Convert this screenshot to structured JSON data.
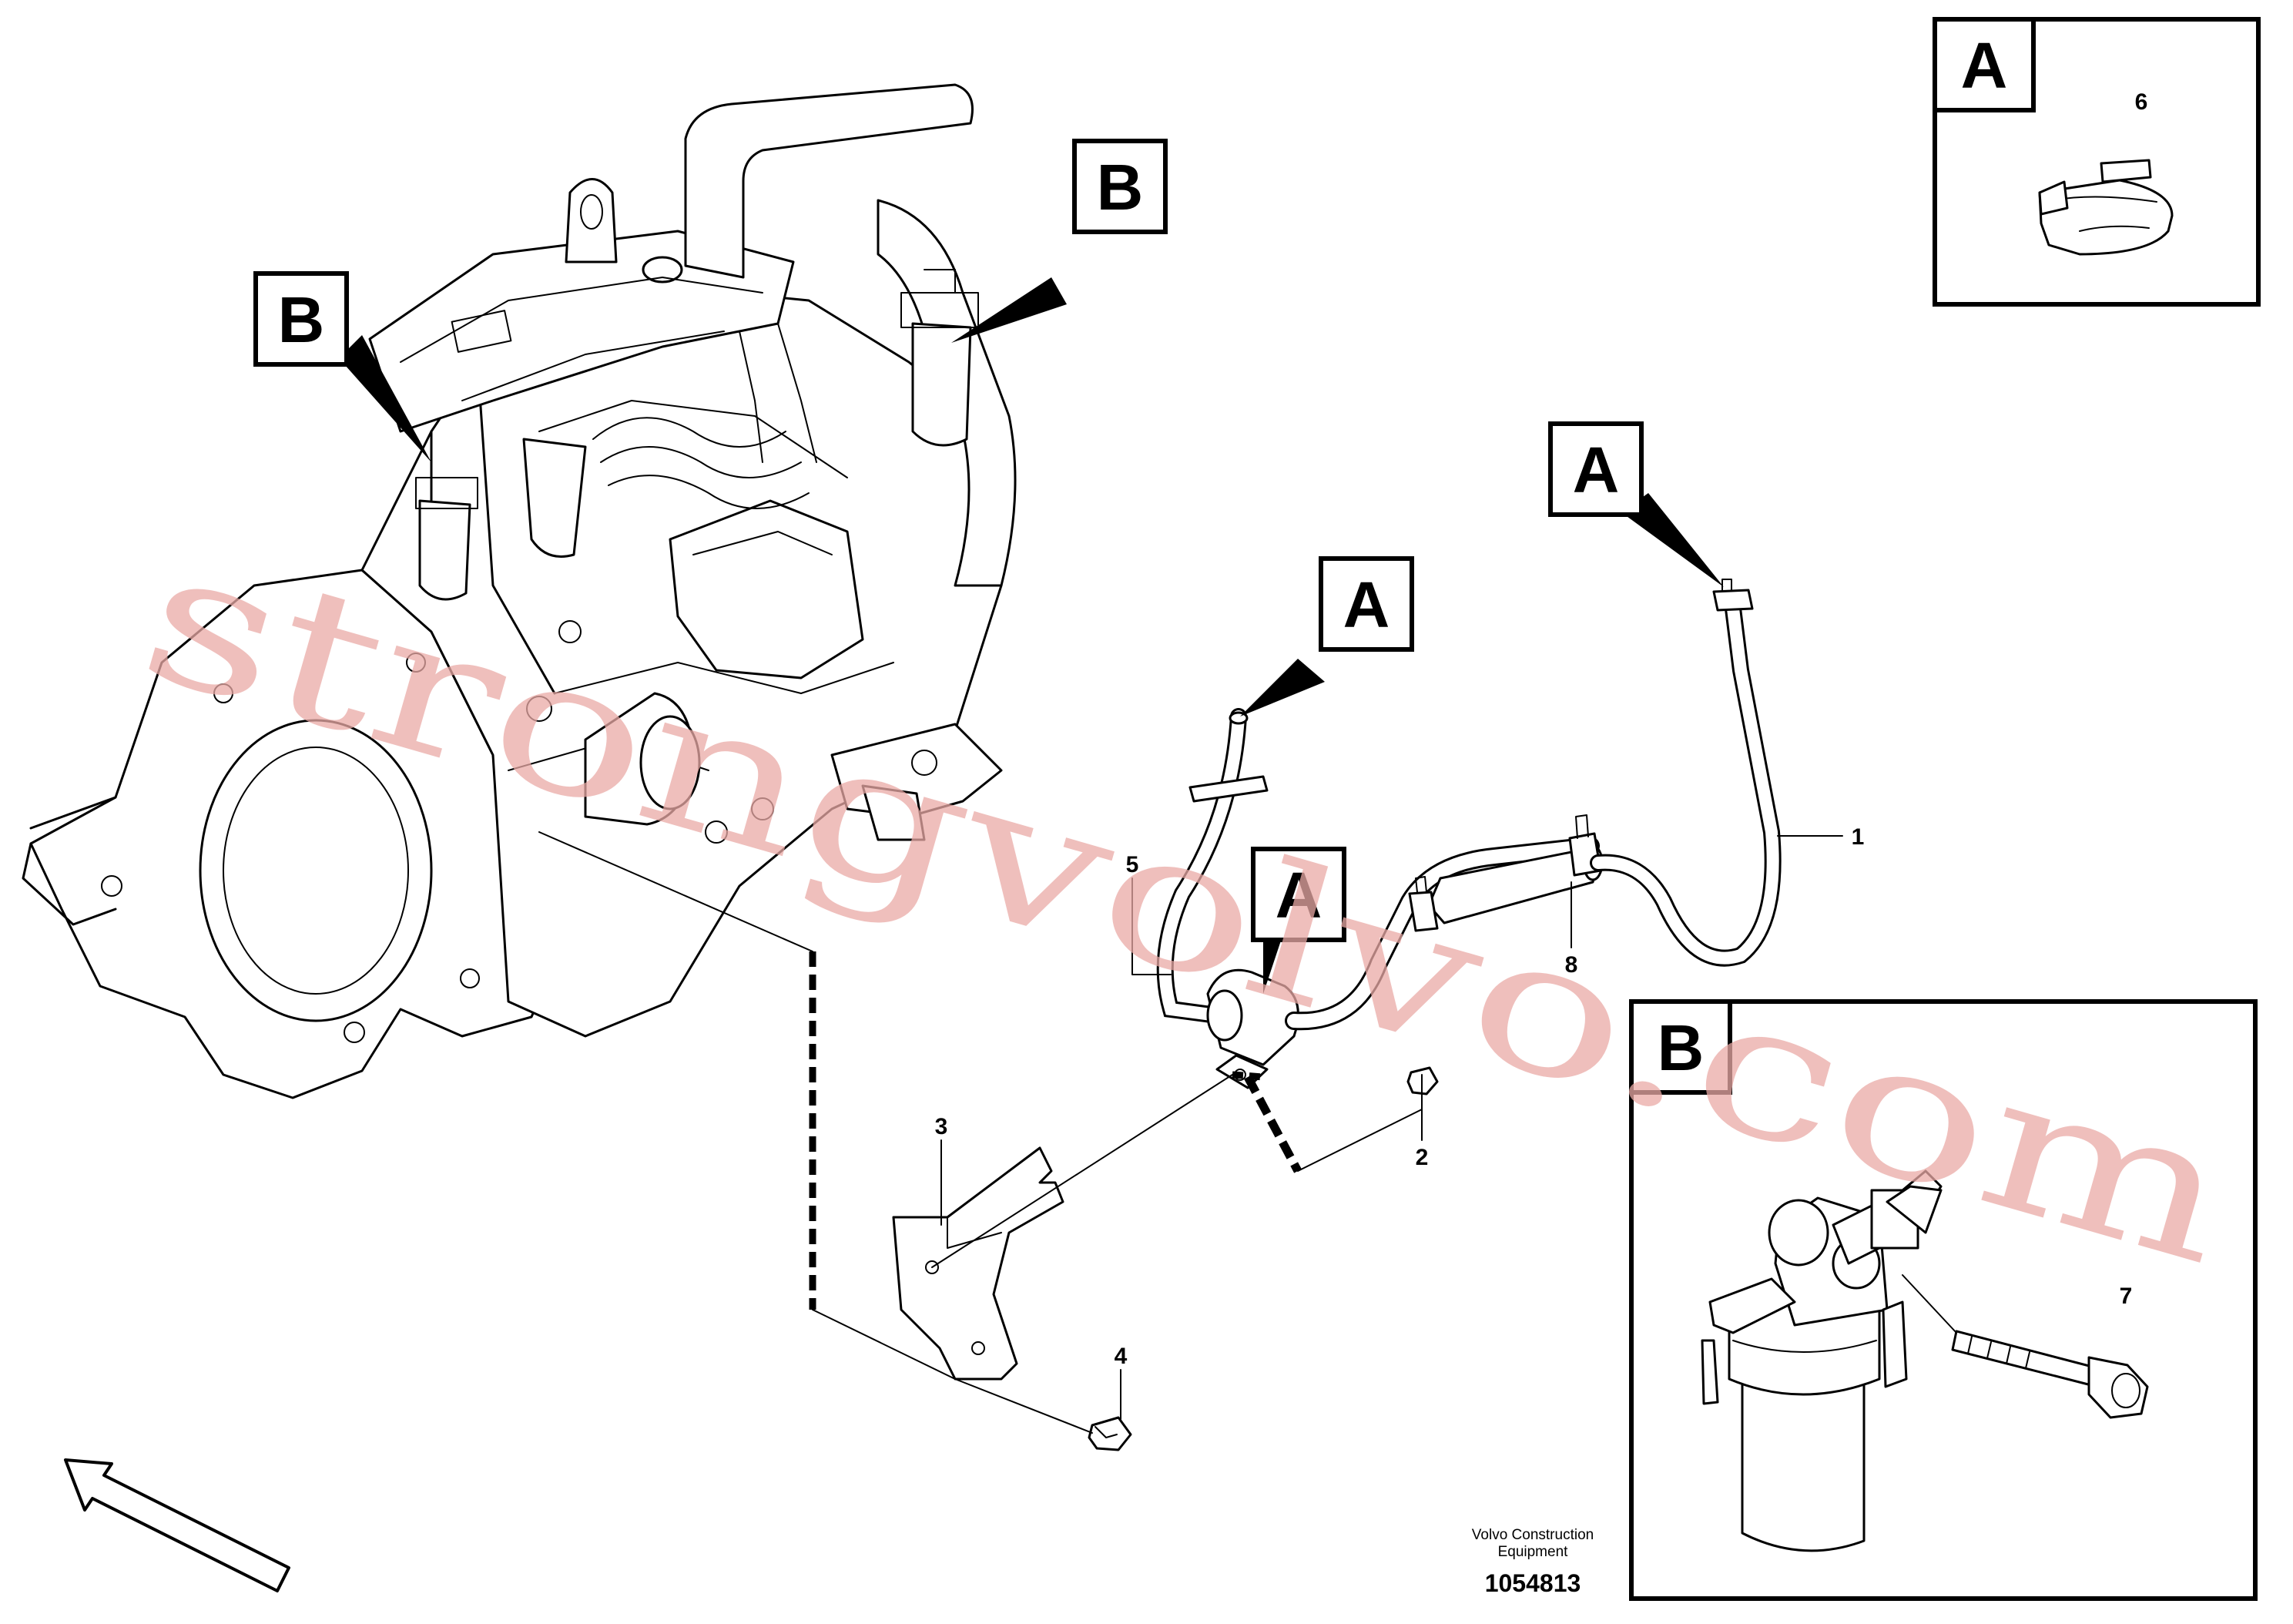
{
  "diagram": {
    "document_number": "1054813",
    "credit_line_1": "Volvo Construction",
    "credit_line_2": "Equipment",
    "watermark": "strongvolvo.com",
    "callouts": {
      "part_1": "1",
      "part_2": "2",
      "part_3": "3",
      "part_4": "4",
      "part_5": "5",
      "part_6": "6",
      "part_7": "7",
      "part_8": "8"
    },
    "tags": {
      "tag_a": "A",
      "tag_b": "B"
    },
    "detail_views": {
      "view_a_label": "A",
      "view_b_label": "B"
    }
  }
}
